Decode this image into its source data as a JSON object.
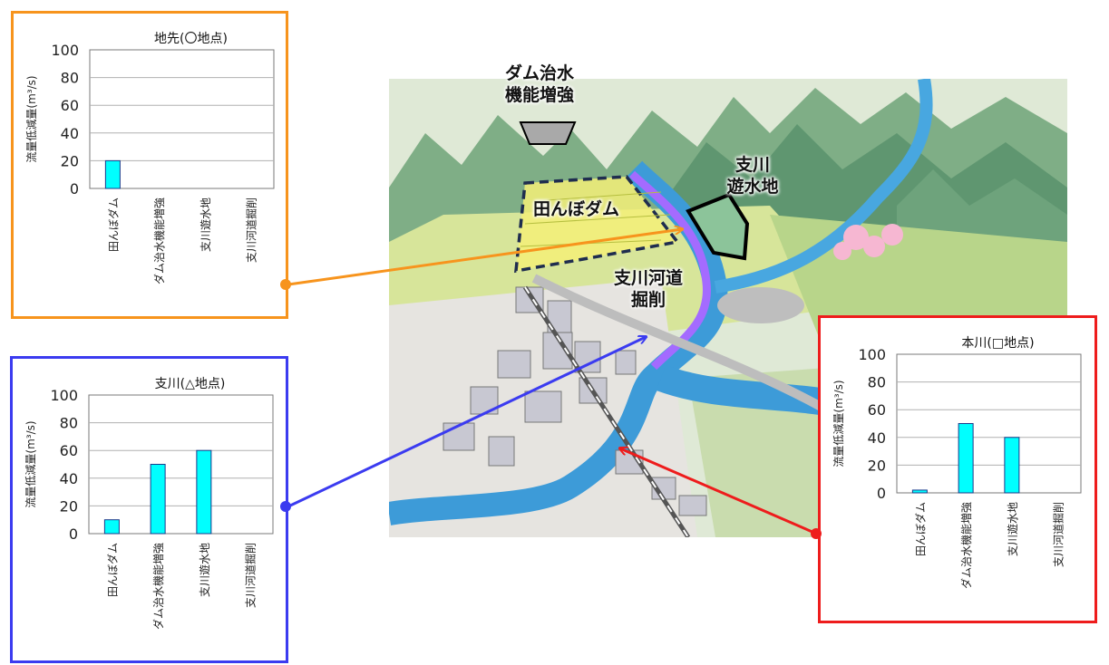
{
  "map_labels": {
    "dam_title_line1": "ダム治水",
    "dam_title_line2": "機能増強",
    "tanbo_dam": "田んぼダム",
    "shisen_yusuichi_line1": "支川",
    "shisen_yusuichi_line2": "遊水地",
    "shisen_kasen_line1": "支川河道",
    "shisen_kasen_line2": "掘削"
  },
  "colors": {
    "bar_fill": "#00ffff",
    "jisaki_frame": "#f7941d",
    "shisen_frame": "#3b3bf0",
    "honsen_frame": "#ee1c1c"
  },
  "chart_data": [
    {
      "id": "jisaki",
      "type": "bar",
      "title": "地先(〇地点)",
      "ylabel": "流量低減量(m³/s)",
      "ylim": [
        0,
        100
      ],
      "yticks": [
        0,
        20,
        40,
        60,
        80,
        100
      ],
      "categories": [
        "田んぼダム",
        "ダム治水機能増強",
        "支川遊水地",
        "支川河道掘削"
      ],
      "values": [
        20,
        0,
        0,
        0
      ],
      "grid": true
    },
    {
      "id": "shisen",
      "type": "bar",
      "title": "支川(△地点)",
      "ylabel": "流量低減量(m³/s)",
      "ylim": [
        0,
        100
      ],
      "yticks": [
        0,
        20,
        40,
        60,
        80,
        100
      ],
      "categories": [
        "田んぼダム",
        "ダム治水機能増強",
        "支川遊水地",
        "支川河道掘削"
      ],
      "values": [
        10,
        50,
        60,
        0
      ],
      "grid": true
    },
    {
      "id": "honsen",
      "type": "bar",
      "title": "本川(□地点)",
      "ylabel": "流量低減量(m³/s)",
      "ylim": [
        0,
        100
      ],
      "yticks": [
        0,
        20,
        40,
        60,
        80,
        100
      ],
      "categories": [
        "田んぼダム",
        "ダム治水機能増強",
        "支川遊水地",
        "支川河道掘削"
      ],
      "values": [
        2,
        50,
        40,
        0
      ],
      "grid": true
    }
  ]
}
